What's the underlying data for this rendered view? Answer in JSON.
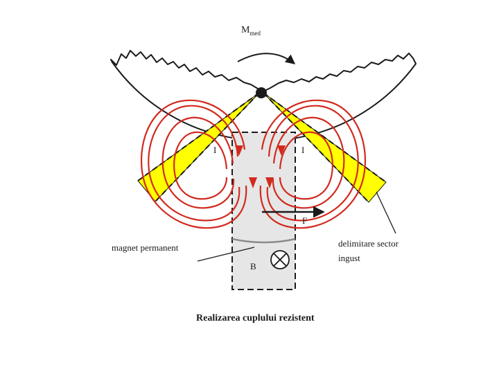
{
  "labels": {
    "torque_main": "M",
    "torque_sub": "med",
    "current_left": "I",
    "current_right": "I",
    "force": "F",
    "induction": "B",
    "magnet": "magnet permanent",
    "sector_line1": "delimitare sector",
    "sector_line2": "ingust",
    "caption": "Realizarea cuplului rezistent"
  },
  "colors": {
    "outline": "#1a1a1a",
    "field_lines": "#d22a1e",
    "sector_fill": "#ffff00",
    "magnet_fill": "#e6e6e6",
    "magnet_edge": "#8c8c8c"
  }
}
